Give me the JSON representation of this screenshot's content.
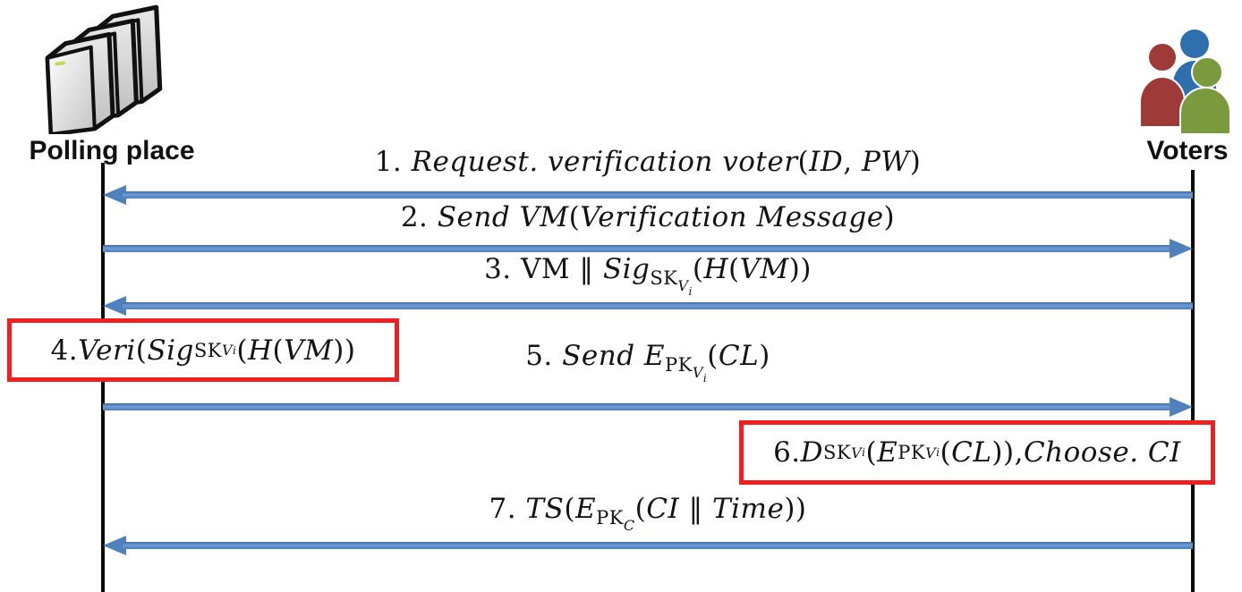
{
  "diagram_type": "protocol-sequence-diagram",
  "actors": {
    "left": {
      "label": "Polling place",
      "icon": "server-stack-icon"
    },
    "right": {
      "label": "Voters",
      "icon": "voters-group-icon"
    }
  },
  "colors": {
    "arrow": "#4f81bd",
    "box": "#ee2020",
    "lifeline": "#0a0a0a",
    "personRed": "#9e3a38",
    "personBlue": "#2e6fad",
    "personGreen": "#7a9a3d",
    "serverLight": "#f2f2f2",
    "serverDark": "#c9c9c9"
  },
  "steps": [
    {
      "number": "1",
      "kind": "message",
      "direction": "left",
      "plain": "1. Request. verification voter(ID, PW)",
      "segments": [
        {
          "v": "1. ",
          "i": false
        },
        {
          "v": "Request. verification voter",
          "i": true
        },
        {
          "v": "(",
          "i": false
        },
        {
          "v": "ID",
          "i": true
        },
        {
          "v": ", ",
          "i": false
        },
        {
          "v": "PW",
          "i": true
        },
        {
          "v": ")",
          "i": false
        }
      ]
    },
    {
      "number": "2",
      "kind": "message",
      "direction": "right",
      "plain": "2. Send VM(Verification Message)",
      "segments": [
        {
          "v": "2. ",
          "i": false
        },
        {
          "v": "Send VM",
          "i": true
        },
        {
          "v": "(",
          "i": false
        },
        {
          "v": "Verification Message",
          "i": true
        },
        {
          "v": ")",
          "i": false
        }
      ]
    },
    {
      "number": "3",
      "kind": "message",
      "direction": "left",
      "plain": "3. VM ‖ Sig_SK_Vi(H(VM))",
      "segments": [
        {
          "v": "3. VM ‖ ",
          "i": false
        },
        {
          "v": "Sig",
          "i": true
        },
        {
          "v": "SK",
          "i": false,
          "sub": 1
        },
        {
          "v": "V",
          "i": true,
          "sub": 2
        },
        {
          "v": "i",
          "i": true,
          "sub": 3
        },
        {
          "v": "(",
          "i": false
        },
        {
          "v": "H",
          "i": true
        },
        {
          "v": "(",
          "i": false
        },
        {
          "v": "VM",
          "i": true
        },
        {
          "v": "))",
          "i": false
        }
      ]
    },
    {
      "number": "4",
      "kind": "action-box",
      "actor": "left",
      "plain": "4. Veri(Sig_SK_Vi(H(VM))",
      "segments": [
        {
          "v": "4. ",
          "i": false
        },
        {
          "v": "Veri",
          "i": true
        },
        {
          "v": "(",
          "i": false
        },
        {
          "v": "Sig",
          "i": true
        },
        {
          "v": "SK",
          "i": false,
          "sub": 1
        },
        {
          "v": "V",
          "i": true,
          "sub": 2
        },
        {
          "v": "i",
          "i": true,
          "sub": 3
        },
        {
          "v": "(",
          "i": false
        },
        {
          "v": "H",
          "i": true
        },
        {
          "v": "(",
          "i": false
        },
        {
          "v": "VM",
          "i": true
        },
        {
          "v": "))",
          "i": false
        }
      ]
    },
    {
      "number": "5",
      "kind": "message",
      "direction": "right",
      "plain": "5. Send E_PK_Vi(CL)",
      "segments": [
        {
          "v": "5. ",
          "i": false
        },
        {
          "v": "Send E",
          "i": true
        },
        {
          "v": "PK",
          "i": false,
          "sub": 1
        },
        {
          "v": "V",
          "i": true,
          "sub": 2
        },
        {
          "v": "i",
          "i": true,
          "sub": 3
        },
        {
          "v": "(",
          "i": false
        },
        {
          "v": "CL",
          "i": true
        },
        {
          "v": ")",
          "i": false
        }
      ]
    },
    {
      "number": "6",
      "kind": "action-box",
      "actor": "right",
      "plain": "6. D_SK_Vi(E_PK_Vi(CL)), Choose. CI",
      "segments": [
        {
          "v": "6. ",
          "i": false
        },
        {
          "v": "D",
          "i": true
        },
        {
          "v": "SK",
          "i": false,
          "sub": 1
        },
        {
          "v": "V",
          "i": true,
          "sub": 2
        },
        {
          "v": "i",
          "i": true,
          "sub": 3
        },
        {
          "v": "(",
          "i": false
        },
        {
          "v": "E",
          "i": true
        },
        {
          "v": "PK",
          "i": false,
          "sub": 1
        },
        {
          "v": "V",
          "i": true,
          "sub": 2
        },
        {
          "v": "i",
          "i": true,
          "sub": 3
        },
        {
          "v": "(",
          "i": false
        },
        {
          "v": "CL",
          "i": true
        },
        {
          "v": ")), ",
          "i": false
        },
        {
          "v": "Choose. CI",
          "i": true
        }
      ]
    },
    {
      "number": "7",
      "kind": "message",
      "direction": "left",
      "plain": "7. TS(E_PK_C(CI ‖ Time))",
      "segments": [
        {
          "v": "7. ",
          "i": false
        },
        {
          "v": "TS",
          "i": true
        },
        {
          "v": "(",
          "i": false
        },
        {
          "v": "E",
          "i": true
        },
        {
          "v": "PK",
          "i": false,
          "sub": 1
        },
        {
          "v": "C",
          "i": true,
          "sub": 2
        },
        {
          "v": "(",
          "i": false
        },
        {
          "v": "CI",
          "i": true
        },
        {
          "v": " ‖ ",
          "i": false
        },
        {
          "v": "Time",
          "i": true
        },
        {
          "v": "))",
          "i": false
        }
      ]
    }
  ]
}
